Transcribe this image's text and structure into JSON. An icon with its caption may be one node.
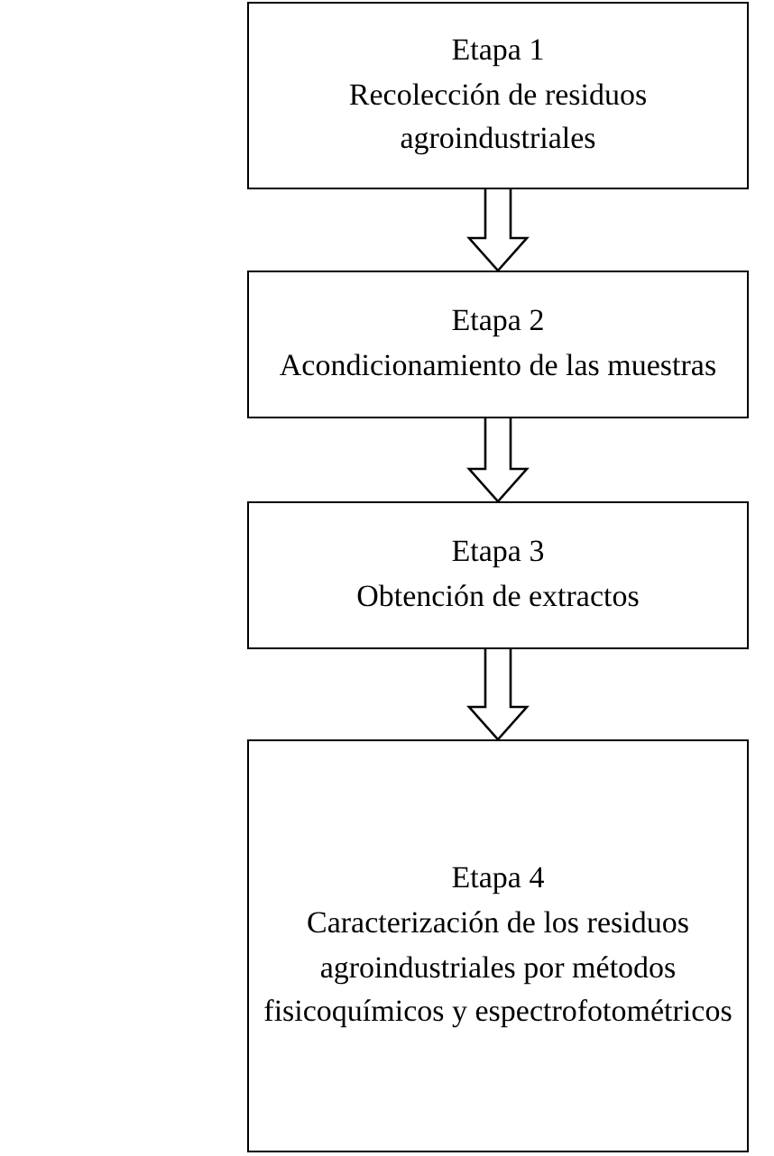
{
  "diagram": {
    "nodes": [
      {
        "text": [
          "Etapa 1",
          "Recolección de residuos agroindustriales"
        ]
      },
      {
        "text": [
          "Etapa 2",
          "Acondicionamiento de las muestras"
        ]
      },
      {
        "text": [
          "Etapa 3",
          "Obtención de extractos"
        ]
      },
      {
        "text": [
          "Etapa 4",
          "Caracterización de los residuos agroindustriales por métodos fisicoquímicos y espectrofotométricos"
        ]
      }
    ],
    "edges": [
      {
        "from": 0,
        "to": 1,
        "arrow": "to"
      },
      {
        "from": 1,
        "to": 2,
        "arrow": "to"
      },
      {
        "from": 2,
        "to": 3,
        "arrow": "to"
      }
    ]
  }
}
